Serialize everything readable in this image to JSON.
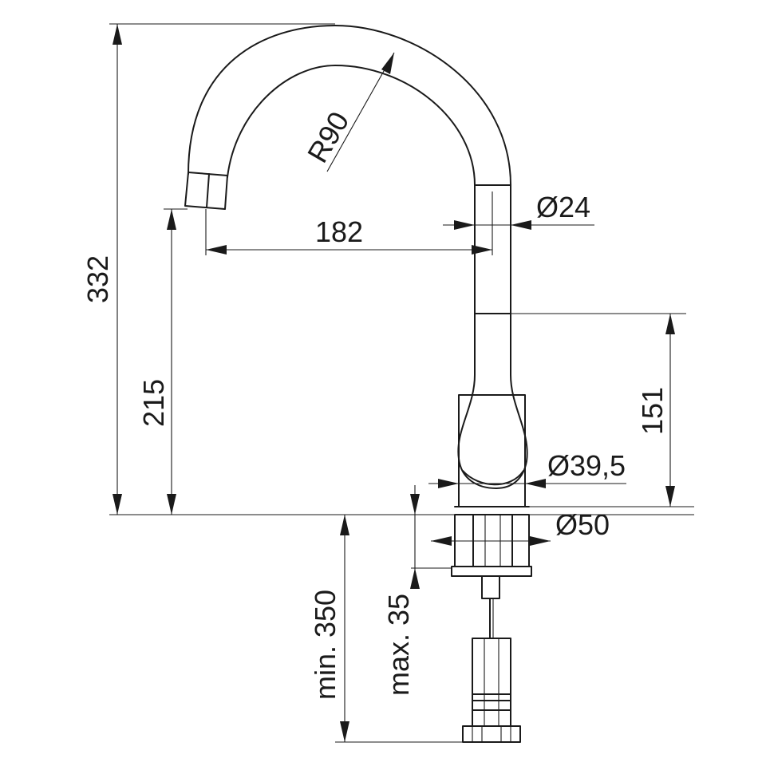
{
  "drawing": {
    "title": "",
    "units": "mm"
  },
  "dimensions": {
    "total_height": "332",
    "spout_height": "215",
    "spout_reach": "182",
    "spout_radius": "R90",
    "spout_diameter": "Ø24",
    "body_height": "151",
    "body_diameter": "Ø39,5",
    "base_diameter": "Ø50",
    "hose_length": "min. 350",
    "countertop_thickness": "max. 35"
  }
}
